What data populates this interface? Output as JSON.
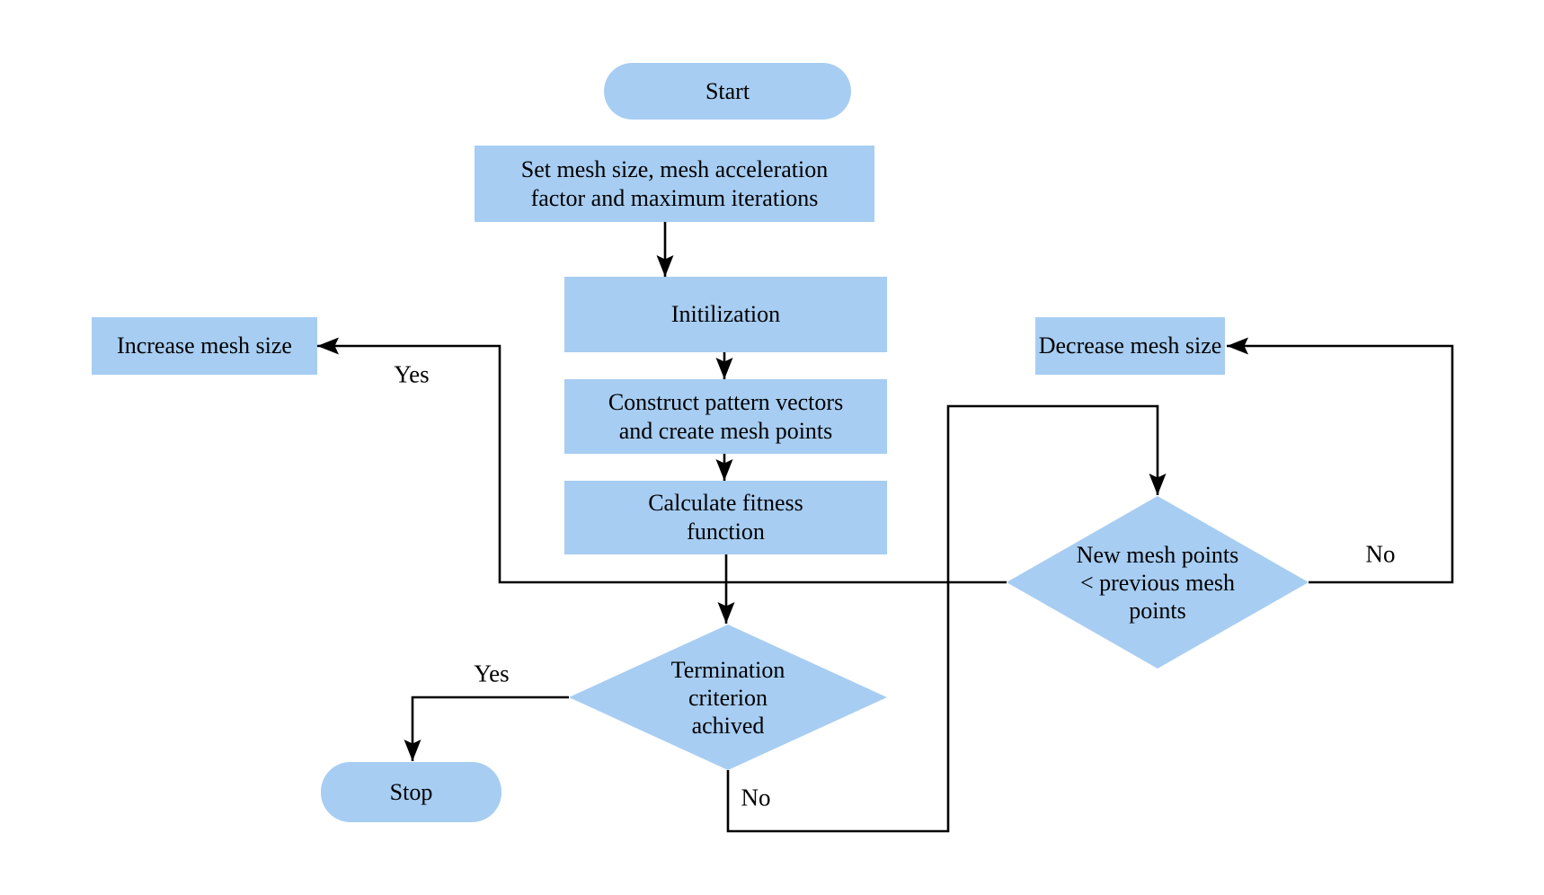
{
  "colors": {
    "node_fill": "#A7CDF2",
    "line": "#000000",
    "text": "#000000",
    "background": "#FFFFFF"
  },
  "nodes": {
    "start": {
      "label": "Start"
    },
    "set_mesh": {
      "lines": [
        "Set mesh size, mesh acceleration",
        "factor and maximum iterations"
      ]
    },
    "initialization": {
      "label": "Initilization"
    },
    "construct_pattern": {
      "lines": [
        "Construct pattern vectors",
        "and create mesh points"
      ]
    },
    "calculate_fitness": {
      "lines": [
        "Calculate fitness",
        "function"
      ]
    },
    "termination": {
      "lines": [
        "Termination",
        "criterion",
        "achived"
      ]
    },
    "new_mesh": {
      "lines": [
        "New mesh points",
        "< previous mesh",
        "points"
      ]
    },
    "increase_mesh": {
      "label": "Increase mesh size"
    },
    "decrease_mesh": {
      "label": "Decrease mesh size"
    },
    "stop": {
      "label": "Stop"
    }
  },
  "edge_labels": {
    "termination_yes": "Yes",
    "termination_no": "No",
    "new_mesh_yes": "Yes",
    "new_mesh_no": "No"
  }
}
